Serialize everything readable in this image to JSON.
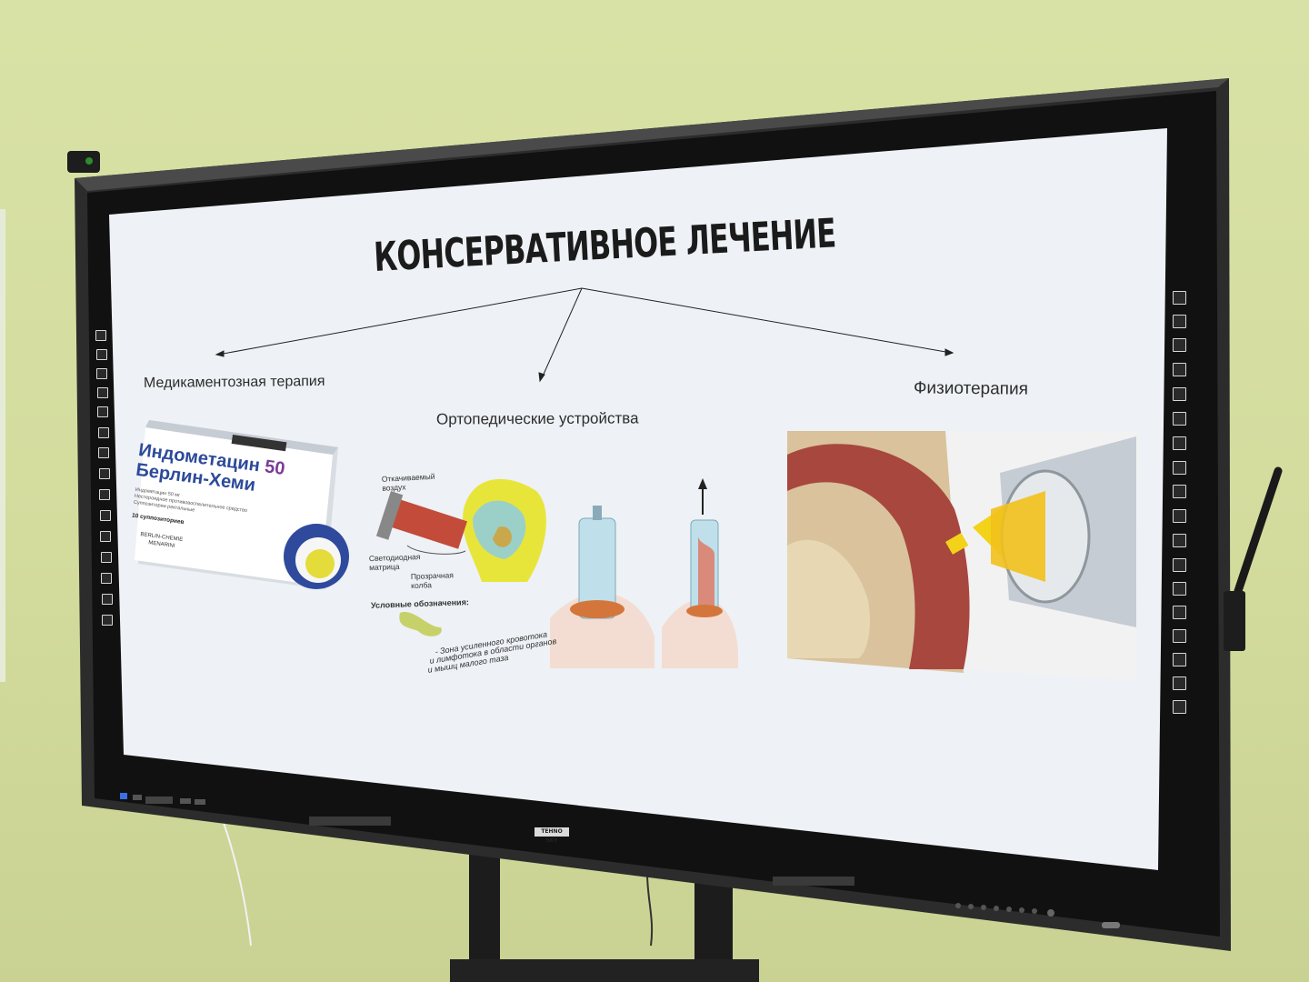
{
  "slide": {
    "title": "КОНСЕРВАТИВНОЕ ЛЕЧЕНИЕ",
    "branches": {
      "medication": "Медикаментозная терапия",
      "orthopedic": "Ортопедические устройства",
      "physio": "Физиотерапия"
    },
    "drug_box": {
      "name_line1": "Индометацин",
      "dose": "50",
      "name_line2": "Берлин-Хеми",
      "detail_1": "Индометацин 50 мг",
      "detail_2": "Нестероидное противовоспалительное средство",
      "detail_3": "Суппозитории ректальные",
      "count": "10 суппозиториев",
      "maker_1": "BERLIN-CHEMIE",
      "maker_2": "MENARINI"
    },
    "device_diagram": {
      "label_air": "Откачиваемый воздух",
      "label_led": "Светодиодная матрица",
      "label_cap": "Прозрачная колба",
      "legend_title": "Условные обозначения:",
      "legend_text_1": "- Зона усиленного кровотока",
      "legend_text_2": "и лимфотока в области органов",
      "legend_text_3": "и мышц малого таза"
    }
  },
  "monitor": {
    "brand": "TEHNO SKY"
  },
  "colors": {
    "wall": "#d6dfa1",
    "bezel": "#2b2b2b",
    "screen": "#eef2f6",
    "title_text": "#1b1b1b",
    "drug_purple": "#7b3c96",
    "drug_blue": "#2c4a9a",
    "gel_yellow": "#f3d21a"
  },
  "icons": [
    "webcam-icon",
    "control-toolbar-icon",
    "stylus-pen-icon"
  ]
}
